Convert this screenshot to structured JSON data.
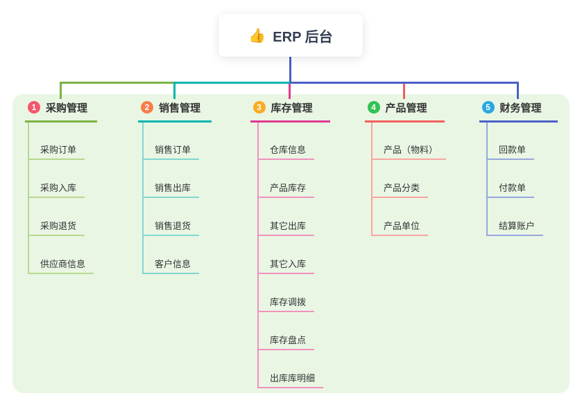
{
  "root": {
    "icon": "👍",
    "title": "ERP 后台"
  },
  "panel_color": "#e9f6e4",
  "connector_color": "#4a5fc6",
  "branches": [
    {
      "badge": "1",
      "title": "采购管理",
      "badge_color": "#f4566b",
      "line_color": "#7cb342",
      "child_line_color": "#b5d98e",
      "children": [
        "采购订单",
        "采购入库",
        "采购退货",
        "供应商信息"
      ]
    },
    {
      "badge": "2",
      "title": "销售管理",
      "badge_color": "#f87d4a",
      "line_color": "#00b5ad",
      "child_line_color": "#82d7d1",
      "children": [
        "销售订单",
        "销售出库",
        "销售退货",
        "客户信息"
      ]
    },
    {
      "badge": "3",
      "title": "库存管理",
      "badge_color": "#fbab21",
      "line_color": "#e0388f",
      "child_line_color": "#f291bd",
      "children": [
        "仓库信息",
        "产品库存",
        "其它出库",
        "其它入库",
        "库存调拨",
        "库存盘点",
        "出库库明细"
      ]
    },
    {
      "badge": "4",
      "title": "产品管理",
      "badge_color": "#31c353",
      "line_color": "#f25f5f",
      "child_line_color": "#f9a5a0",
      "children": [
        "产品（物料）",
        "产品分类",
        "产品单位"
      ]
    },
    {
      "badge": "5",
      "title": "财务管理",
      "badge_color": "#29a8e0",
      "line_color": "#4a5fc6",
      "child_line_color": "#96a7de",
      "children": [
        "回款单",
        "付款单",
        "结算账户"
      ]
    }
  ]
}
